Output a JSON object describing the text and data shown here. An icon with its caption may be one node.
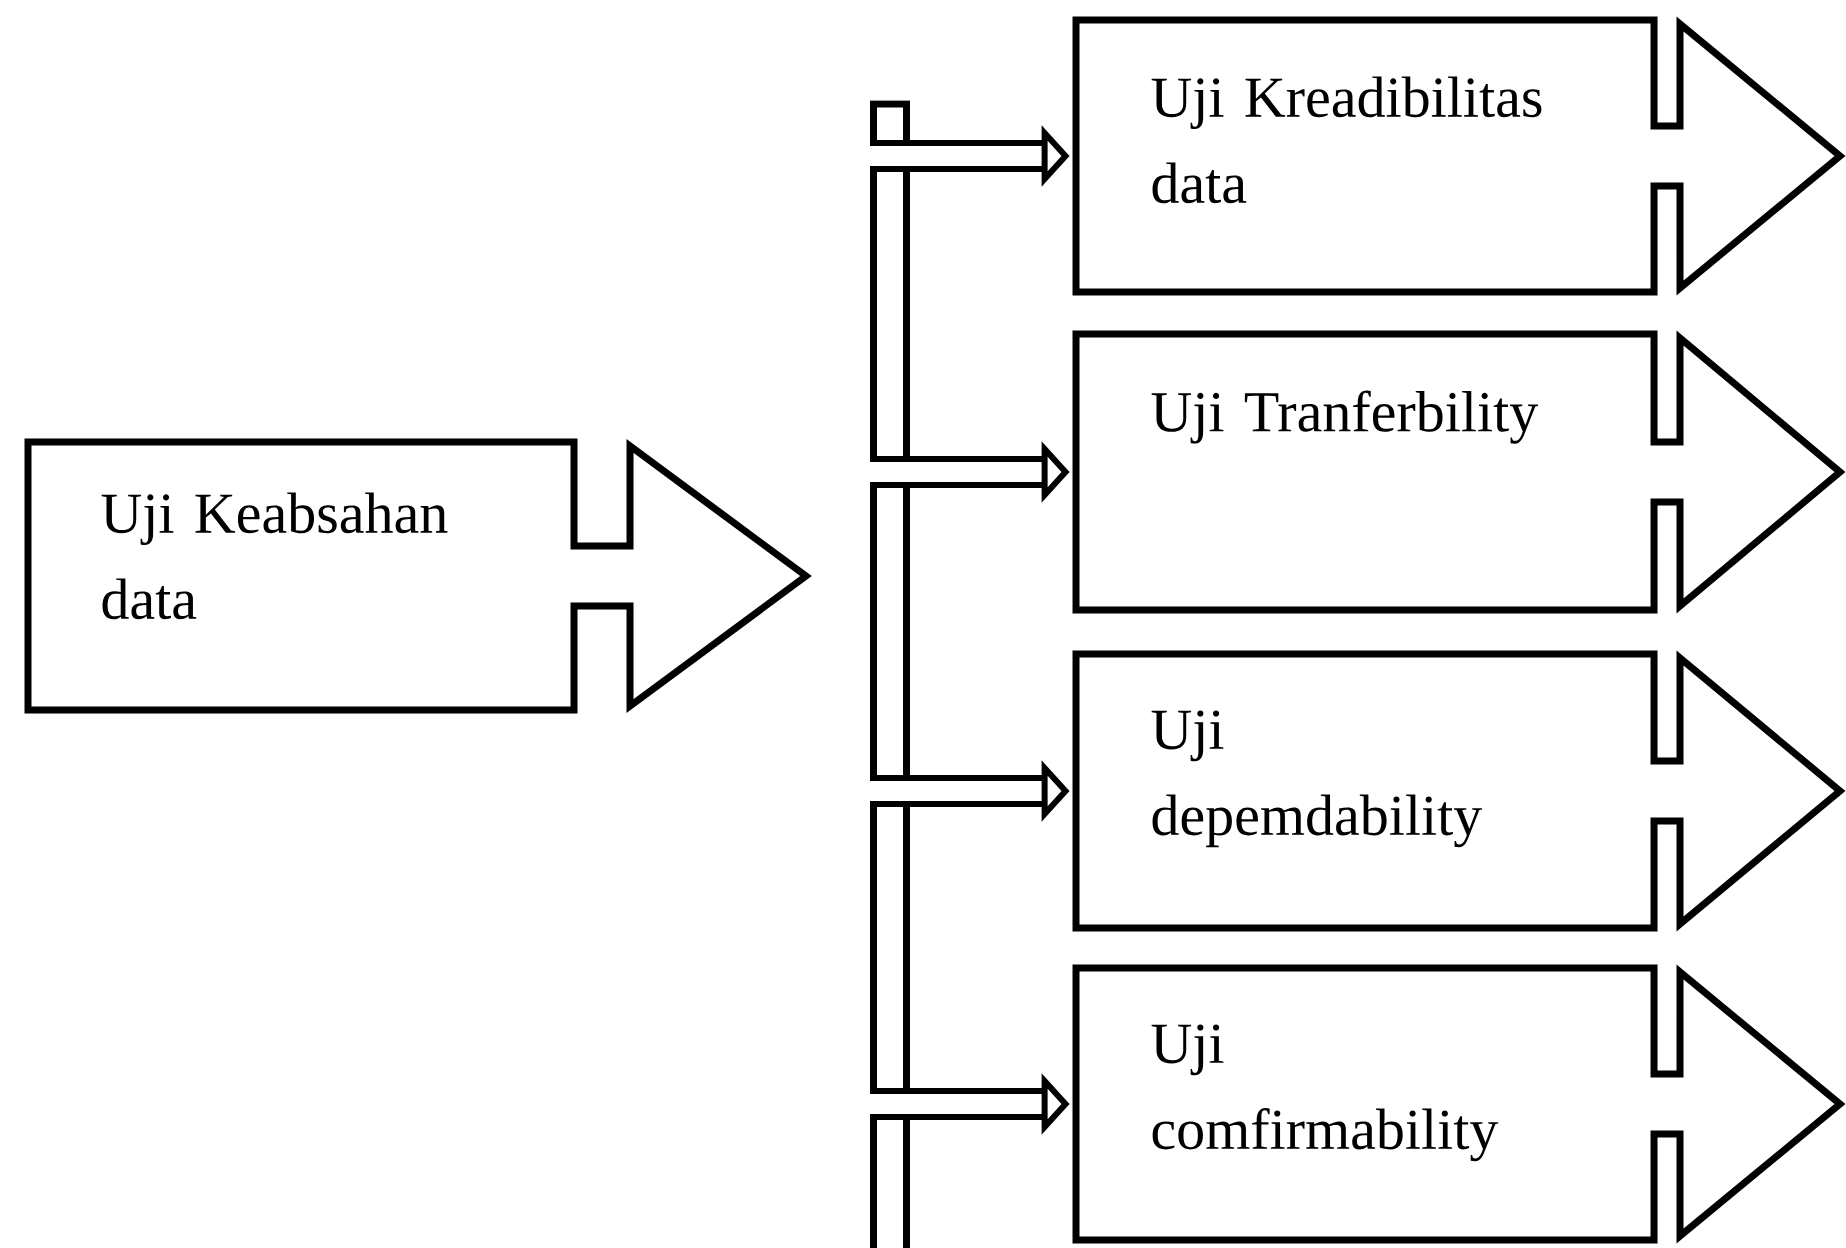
{
  "diagram": {
    "nodes": [
      {
        "text": [
          "Uji Keabsahan data"
        ]
      },
      {
        "text": [],
        "shape": "bar"
      },
      {
        "text": [
          "Uji Kreadibilitas data"
        ]
      },
      {
        "text": [
          "Uji Tranferbility"
        ]
      },
      {
        "text": [
          "Uji depemdability"
        ]
      },
      {
        "text": [
          "Uji comfirmability"
        ]
      }
    ],
    "edges": [
      {
        "from": 1,
        "to": 2,
        "arrow": "to"
      },
      {
        "from": 1,
        "to": 3,
        "arrow": "to"
      },
      {
        "from": 1,
        "to": 4,
        "arrow": "to"
      },
      {
        "from": 1,
        "to": 5,
        "arrow": "to"
      }
    ]
  }
}
